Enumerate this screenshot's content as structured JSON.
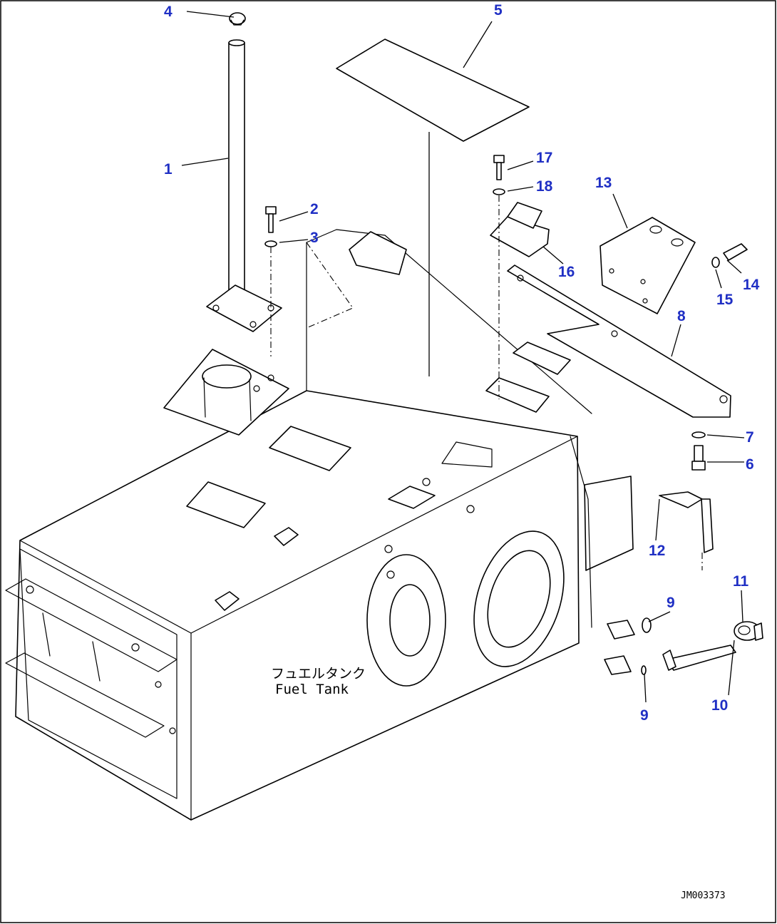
{
  "diagram": {
    "tank_label_jp": "フュエルタンク",
    "tank_label_en": "Fuel Tank",
    "figure_code": "JM003373",
    "callouts": [
      "1",
      "2",
      "3",
      "4",
      "5",
      "6",
      "7",
      "8",
      "9",
      "9",
      "10",
      "11",
      "12",
      "13",
      "14",
      "15",
      "16",
      "17",
      "18"
    ]
  },
  "colors": {
    "callout": "#1f2fc4",
    "line": "#000000",
    "background": "#ffffff"
  }
}
